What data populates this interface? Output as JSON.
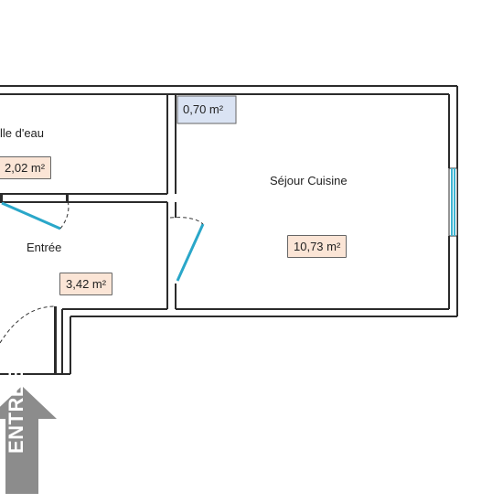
{
  "rooms": {
    "salle_eau": {
      "label": "lle d'eau",
      "area": "2,02 m²"
    },
    "entree": {
      "label": "Entrée",
      "area": "3,42 m²"
    },
    "sejour": {
      "label": "Séjour Cuisine",
      "area": "10,73 m²"
    },
    "placard": {
      "area": "0,70 m²"
    }
  },
  "entry_sign": {
    "label": "ENTRÉE"
  },
  "colors": {
    "wall": "#2b2b2b",
    "window": "#3eb4d2",
    "door": "#2aa7c9",
    "warm_label_bg": "#fbe5d6",
    "cool_label_bg": "#dae3f3",
    "arrow": "#8c8c8c"
  }
}
